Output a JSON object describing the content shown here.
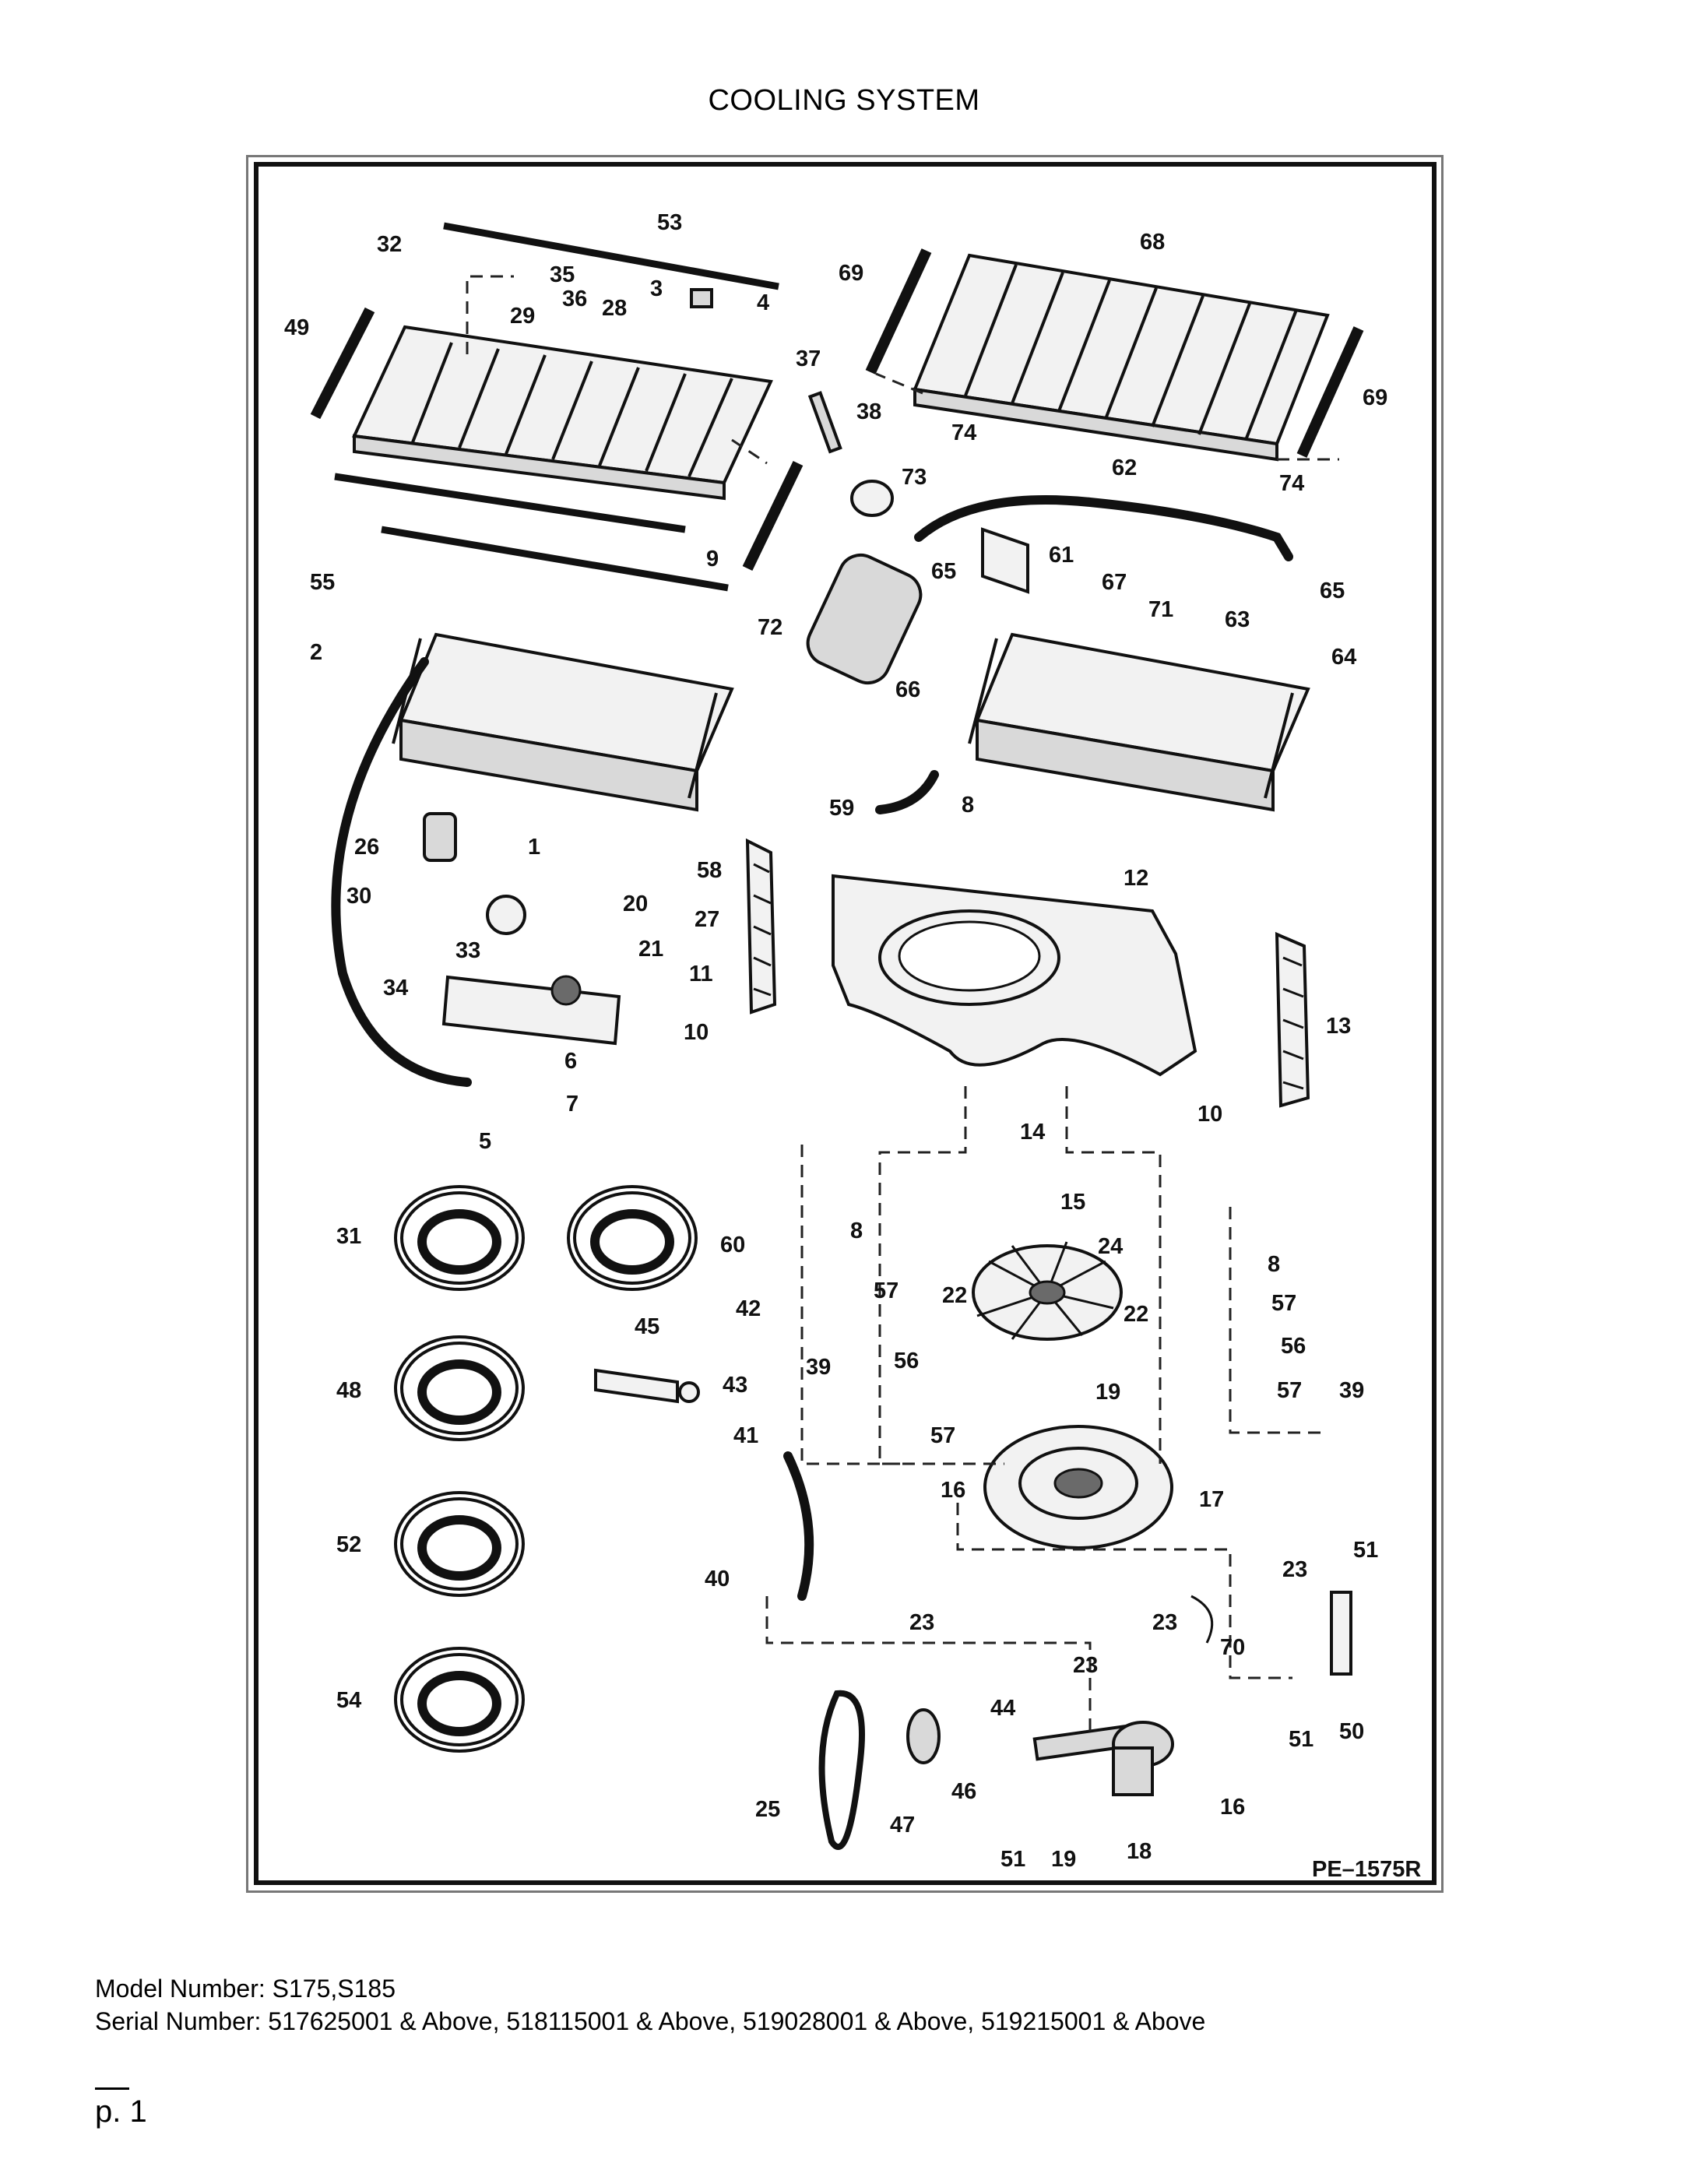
{
  "header": {
    "title": "COOLING SYSTEM"
  },
  "diagram": {
    "drawing_number": "PE–1575R",
    "callouts": [
      "53",
      "32",
      "35",
      "36",
      "29",
      "28",
      "3",
      "4",
      "49",
      "37",
      "38",
      "55",
      "9",
      "68",
      "69",
      "69",
      "74",
      "62",
      "74",
      "73",
      "61",
      "67",
      "65",
      "65",
      "63",
      "64",
      "71",
      "72",
      "2",
      "1",
      "26",
      "30",
      "58",
      "20",
      "27",
      "21",
      "33",
      "34",
      "11",
      "10",
      "6",
      "7",
      "5",
      "66",
      "59",
      "8",
      "12",
      "13",
      "10",
      "14",
      "15",
      "24",
      "8",
      "57",
      "22",
      "22",
      "8",
      "57",
      "56",
      "56",
      "57",
      "57",
      "39",
      "39",
      "19",
      "16",
      "17",
      "31",
      "60",
      "48",
      "45",
      "42",
      "43",
      "41",
      "52",
      "40",
      "23",
      "23",
      "23",
      "23",
      "70",
      "51",
      "51",
      "50",
      "54",
      "44",
      "25",
      "46",
      "47",
      "51",
      "19",
      "18",
      "16"
    ]
  },
  "footer": {
    "model": "Model Number: S175,S185",
    "serial": "Serial Number: 517625001 & Above, 518115001 & Above, 519028001 & Above, 519215001 & Above",
    "page": "p. 1"
  }
}
